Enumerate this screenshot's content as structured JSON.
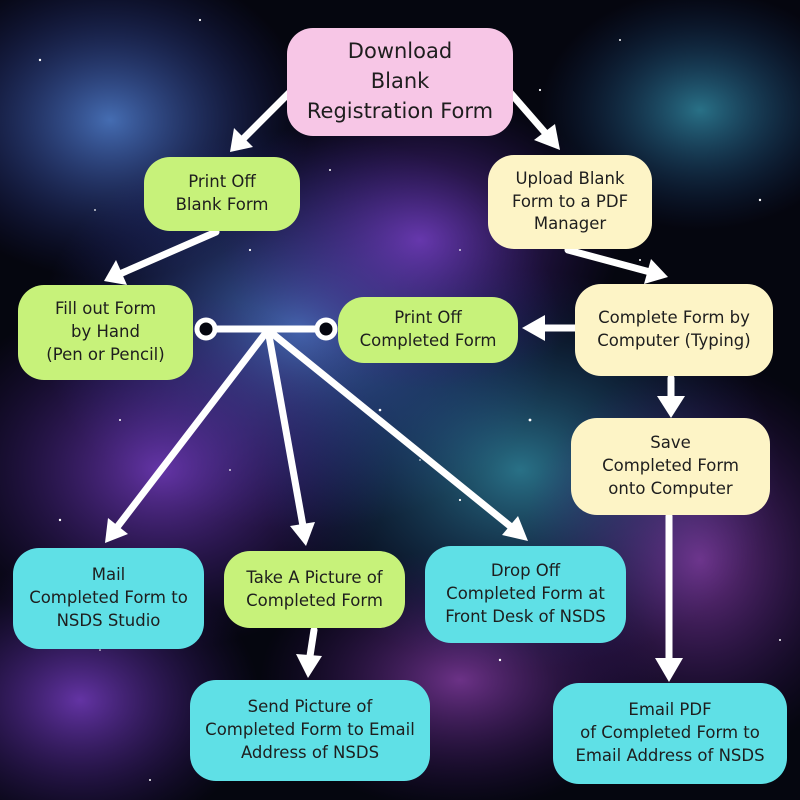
{
  "colors": {
    "pink_box": "#f7c6e6",
    "green_box": "#c7f27a",
    "yellow_box": "#fdf4c6",
    "cyan_box": "#5fe0e6",
    "arrow": "#ffffff",
    "background": "#05060f"
  },
  "nodes": {
    "download": "Download\nBlank\nRegistration Form",
    "print_blank": "Print Off\nBlank Form",
    "upload": "Upload Blank\nForm to a PDF\nManager",
    "fill_out": "Fill out Form\nby Hand\n(Pen or Pencil)",
    "print_completed": "Print Off\nCompleted Form",
    "complete_computer": "Complete Form by\nComputer (Typing)",
    "save": "Save\nCompleted Form\nonto Computer",
    "mail": "Mail\nCompleted Form to\nNSDS Studio",
    "take_picture": "Take A Picture of\nCompleted Form",
    "drop_off": "Drop Off\nCompleted Form at\nFront Desk of NSDS",
    "send_picture": "Send Picture of\nCompleted Form to Email\nAddress of NSDS",
    "email_pdf": "Email PDF\nof Completed Form to\nEmail Address of NSDS"
  }
}
